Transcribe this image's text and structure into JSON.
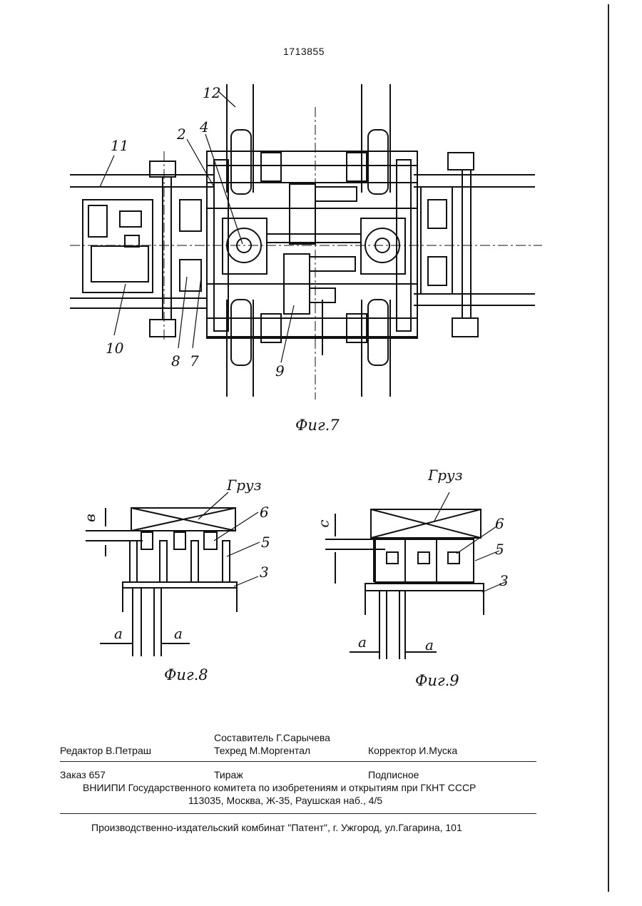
{
  "header": {
    "patent_number": "1713855"
  },
  "figures": {
    "fig7": {
      "caption": "Фиг.7",
      "labels": {
        "l11": "11",
        "l12": "12",
        "l2": "2",
        "l4": "4",
        "l10": "10",
        "l8": "8",
        "l7": "7",
        "l9": "9"
      }
    },
    "fig8": {
      "caption": "Фиг.8",
      "labels": {
        "gruz": "Груз",
        "b": "в",
        "l6": "6",
        "l5": "5",
        "l3": "3",
        "a1": "а",
        "a2": "а"
      }
    },
    "fig9": {
      "caption": "Фиг.9",
      "labels": {
        "gruz": "Груз",
        "c": "с",
        "l6": "6",
        "l5": "5",
        "l3": "3",
        "a1": "а",
        "a2": "а"
      }
    }
  },
  "footer": {
    "compiler": "Составитель  Г.Сарычева",
    "editor": "Редактор  В.Петраш",
    "techred": "Техред М.Моргентал",
    "corrector": "Корректор  И.Муска",
    "order": "Заказ  657",
    "tirazh": "Тираж",
    "podpisnoe": "Подписное",
    "vniipi": "ВНИИПИ Государственного комитета по изобретениям и открытиям при ГКНТ СССР",
    "address": "113035, Москва, Ж-35, Раушская наб., 4/5",
    "publisher": "Производственно-издательский комбинат \"Патент\", г. Ужгород, ул.Гагарина, 101"
  }
}
